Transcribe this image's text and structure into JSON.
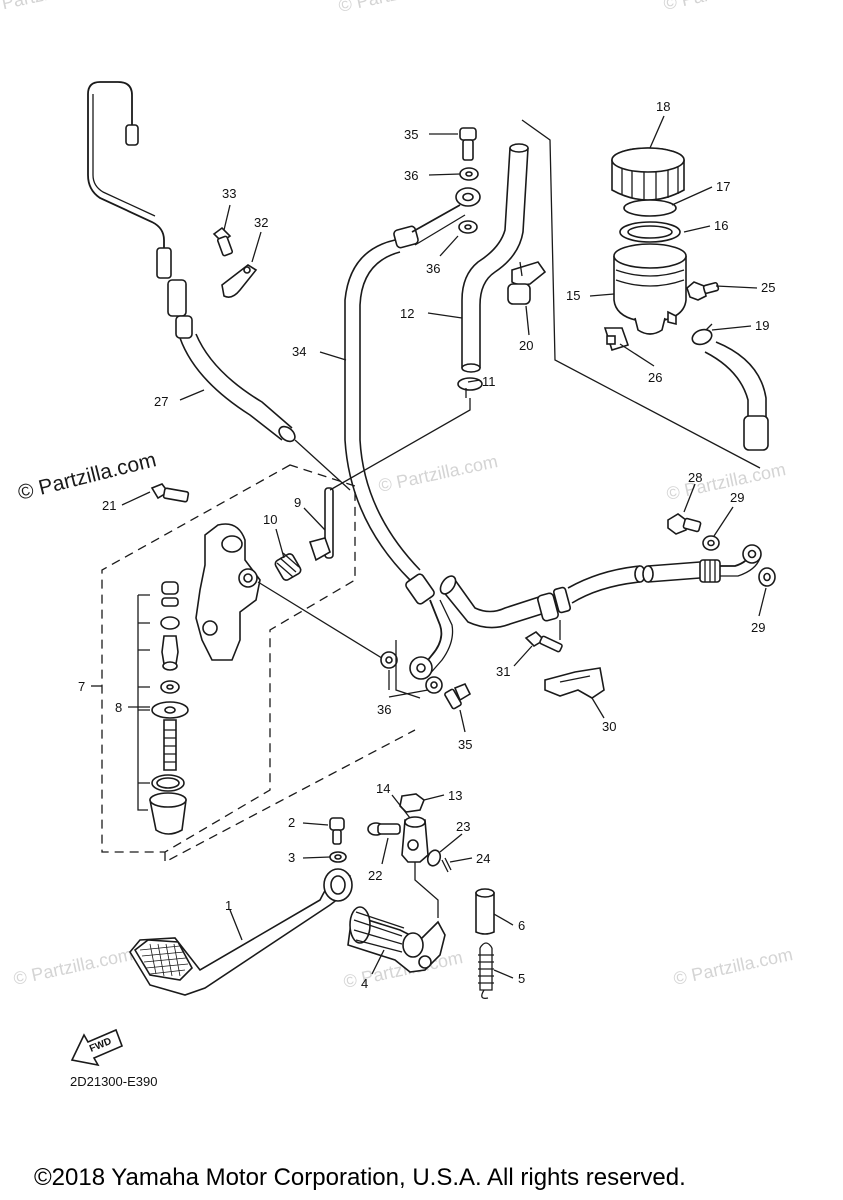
{
  "watermark": {
    "main": "© Partzilla.com",
    "faint": "© Partzilla.com"
  },
  "callouts": [
    "1",
    "2",
    "3",
    "4",
    "5",
    "6",
    "7",
    "8",
    "9",
    "10",
    "11",
    "12",
    "13",
    "14",
    "15",
    "16",
    "17",
    "18",
    "19",
    "20",
    "21",
    "22",
    "23",
    "24",
    "25",
    "26",
    "27",
    "28",
    "29",
    "29",
    "30",
    "31",
    "32",
    "33",
    "34",
    "35",
    "35",
    "36",
    "36",
    "36"
  ],
  "fwd_label": "FWD",
  "diagram_code": "2D21300-E390",
  "copyright": "©2018 Yamaha Motor Corporation, U.S.A. All rights reserved."
}
